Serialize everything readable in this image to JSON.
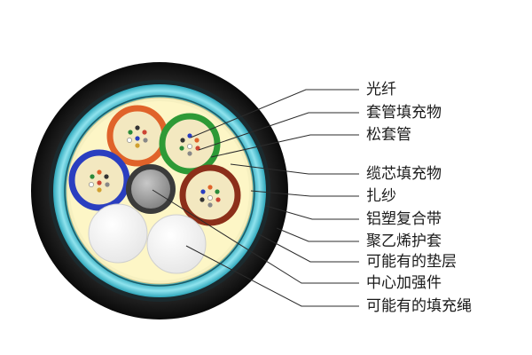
{
  "labels": [
    {
      "key": "fiber",
      "text": "光纤"
    },
    {
      "key": "tube-filler",
      "text": "套管填充物"
    },
    {
      "key": "loose-tube",
      "text": "松套管"
    },
    {
      "key": "core-filler",
      "text": "缆芯填充物"
    },
    {
      "key": "binder",
      "text": "扎纱"
    },
    {
      "key": "aluminum-tape",
      "text": "铝塑复合带"
    },
    {
      "key": "pe-sheath",
      "text": "聚乙烯护套"
    },
    {
      "key": "optional-bedding",
      "text": "可能有的垫层"
    },
    {
      "key": "central-strength-member",
      "text": "中心加强件"
    },
    {
      "key": "optional-filler-rope",
      "text": "可能有的填充绳"
    }
  ],
  "colors": {
    "outer_sheath": "#161616",
    "aluminum_tape": "#4cc0d0",
    "core_filler": "#fdf6c6",
    "tube_orange": "#e0632a",
    "tube_green": "#2e9a36",
    "tube_blue": "#2a3ec0",
    "tube_brown": "#8c2f1a",
    "strength_member": "#9a9a9a"
  }
}
